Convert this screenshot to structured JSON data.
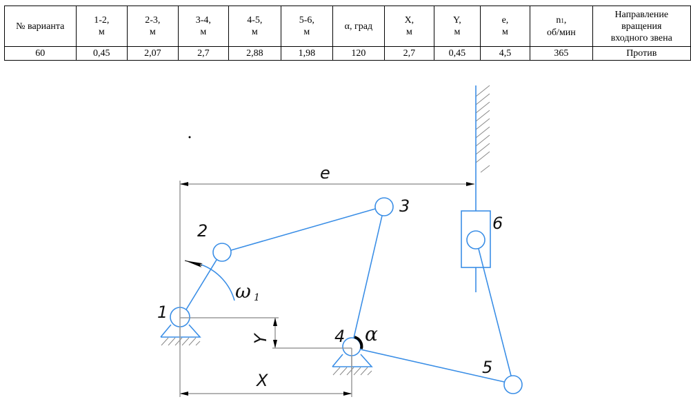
{
  "table": {
    "headers": [
      {
        "line1": "№ варианта",
        "line2": ""
      },
      {
        "line1": "1-2,",
        "line2": "м"
      },
      {
        "line1": "2-3,",
        "line2": "м"
      },
      {
        "line1": "3-4,",
        "line2": "м"
      },
      {
        "line1": "4-5,",
        "line2": "м"
      },
      {
        "line1": "5-6,",
        "line2": "м"
      },
      {
        "line1": "α, град",
        "line2": ""
      },
      {
        "line1": "X,",
        "line2": "м"
      },
      {
        "line1": "Y,",
        "line2": "м"
      },
      {
        "line1": "e,",
        "line2": "м"
      },
      {
        "line1": "n",
        "sub": "1",
        "comma": ",",
        "line2": "об/мин"
      },
      {
        "line1": "Направление",
        "line2": "вращения",
        "line3": "входного звена"
      }
    ],
    "values": [
      "60",
      "0,45",
      "2,07",
      "2,7",
      "2,88",
      "1,98",
      "120",
      "2,7",
      "0,45",
      "4,5",
      "365",
      "Против"
    ]
  },
  "diagram": {
    "joint_labels": [
      "1",
      "2",
      "3",
      "4",
      "5",
      "6"
    ],
    "dimension_labels": {
      "e": "e",
      "x": "X",
      "y": "Y"
    },
    "angle_label": "α",
    "omega_label": "ω",
    "omega_sub": "1",
    "colors": {
      "link": "#3a8ee6",
      "dimension": "#9a9a9a",
      "angle": "#000000",
      "hatch": "#888888"
    }
  }
}
